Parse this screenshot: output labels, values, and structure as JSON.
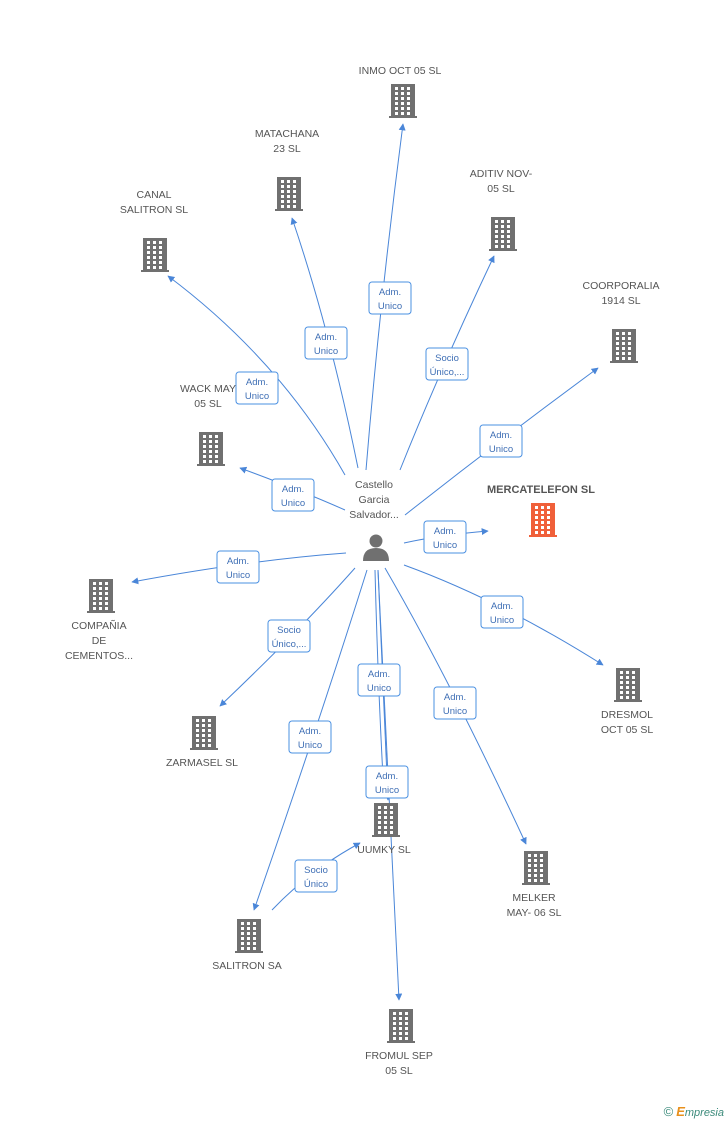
{
  "center": {
    "lines": [
      "Castello",
      "Garcia",
      "Salvador..."
    ]
  },
  "nodes": [
    {
      "id": "inmo",
      "lines": [
        "INMO OCT 05 SL"
      ],
      "highlight": false
    },
    {
      "id": "matachana",
      "lines": [
        "MATACHANA",
        "23 SL"
      ],
      "highlight": false
    },
    {
      "id": "aditiv",
      "lines": [
        "ADITIV NOV-",
        "05 SL"
      ],
      "highlight": false
    },
    {
      "id": "canal",
      "lines": [
        "CANAL",
        "SALITRON SL"
      ],
      "highlight": false
    },
    {
      "id": "coorporalia",
      "lines": [
        "COORPORALIA",
        "1914 SL"
      ],
      "highlight": false
    },
    {
      "id": "wack",
      "lines": [
        "WACK MAY",
        "05 SL"
      ],
      "highlight": false
    },
    {
      "id": "mercatelefon",
      "lines": [
        "MERCATELEFON SL"
      ],
      "highlight": true
    },
    {
      "id": "compania",
      "lines": [
        "COMPAÑIA",
        "DE",
        "CEMENTOS..."
      ],
      "highlight": false
    },
    {
      "id": "dresmol",
      "lines": [
        "DRESMOL",
        "OCT 05 SL"
      ],
      "highlight": false
    },
    {
      "id": "zarmasel",
      "lines": [
        "ZARMASEL  SL"
      ],
      "highlight": false
    },
    {
      "id": "uumky",
      "lines": [
        "UUMKY SL"
      ],
      "highlight": false
    },
    {
      "id": "melker",
      "lines": [
        "MELKER",
        "MAY- 06 SL"
      ],
      "highlight": false
    },
    {
      "id": "salitron",
      "lines": [
        "SALITRON SA"
      ],
      "highlight": false
    },
    {
      "id": "fromul",
      "lines": [
        "FROMUL SEP",
        "05 SL"
      ],
      "highlight": false
    }
  ],
  "edges": [
    {
      "from": "center",
      "to": "inmo",
      "label": [
        "Adm.",
        "Unico"
      ]
    },
    {
      "from": "center",
      "to": "matachana",
      "label": [
        "Adm.",
        "Unico"
      ]
    },
    {
      "from": "center",
      "to": "aditiv",
      "label": [
        "Socio",
        "Único,..."
      ]
    },
    {
      "from": "center",
      "to": "canal",
      "label": [
        "Adm.",
        "Unico"
      ]
    },
    {
      "from": "center",
      "to": "coorporalia",
      "label": [
        "Adm.",
        "Unico"
      ]
    },
    {
      "from": "center",
      "to": "wack",
      "label": [
        "Adm.",
        "Unico"
      ]
    },
    {
      "from": "center",
      "to": "mercatelefon",
      "label": [
        "Adm.",
        "Unico"
      ]
    },
    {
      "from": "center",
      "to": "compania",
      "label": [
        "Adm.",
        "Unico"
      ]
    },
    {
      "from": "center",
      "to": "dresmol",
      "label": [
        "Adm.",
        "Unico"
      ]
    },
    {
      "from": "center",
      "to": "zarmasel",
      "label": [
        "Socio",
        "Único,..."
      ]
    },
    {
      "from": "center",
      "to": "uumky",
      "label": [
        "Adm.",
        "Unico"
      ]
    },
    {
      "from": "center",
      "to": "uumky",
      "label": [
        "Adm.",
        "Unico"
      ]
    },
    {
      "from": "center",
      "to": "melker",
      "label": [
        "Adm.",
        "Unico"
      ]
    },
    {
      "from": "center",
      "to": "salitron",
      "label": [
        "Adm.",
        "Unico"
      ]
    },
    {
      "from": "salitron",
      "to": "uumky",
      "label": [
        "Socio",
        "Único"
      ]
    },
    {
      "from": "center",
      "to": "fromul",
      "label": [
        "",
        ""
      ]
    }
  ],
  "colors": {
    "edge": "#4a86d8",
    "building": "#707070",
    "building_highlight": "#f0603a",
    "person": "#707070"
  },
  "icons": {
    "company": "building-icon",
    "person": "person-icon"
  },
  "footer": {
    "copyright_symbol": "©",
    "brand_first": "E",
    "brand_rest": "mpresia"
  }
}
